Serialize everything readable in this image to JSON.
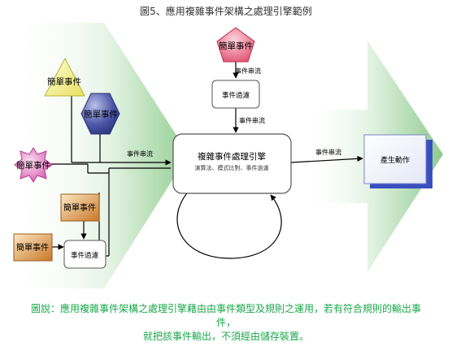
{
  "title": "圖5、應用複雜事件架構之處理引擎範例",
  "shapes": {
    "triangle_event": "簡單事件",
    "hexagon_event": "簡單事件",
    "star_event": "簡單事件",
    "orange_event_1": "簡單事件",
    "orange_event_2": "簡單事件",
    "pentagon_event": "簡單事件",
    "filter_left": "事件過濾",
    "filter_top": "事件過濾",
    "engine_title": "複雜事件處理引擎",
    "engine_sub": "演算法、模式比對、事件過濾",
    "output": "產生動作"
  },
  "labels": {
    "stream_top_1": "事件串流",
    "stream_top_2": "事件串流",
    "stream_left": "事件串流",
    "stream_right": "事件串流"
  },
  "caption": {
    "line1": "圖說：應用複雜事件架構之處理引擎藉由由事件類型及規則之運用，若有符合規則的輸出事",
    "line2": "件，",
    "line3": "就把該事件輸出，不須經由儲存裝置。"
  },
  "colors": {
    "arrow_green": "#a8d8a8",
    "triangle": "#f4f08a",
    "hexagon": "#4b56a8",
    "star": "#e07ac0",
    "orange": "#d9954a",
    "pentagon": "#e8607a",
    "caption": "#1aa84a"
  }
}
